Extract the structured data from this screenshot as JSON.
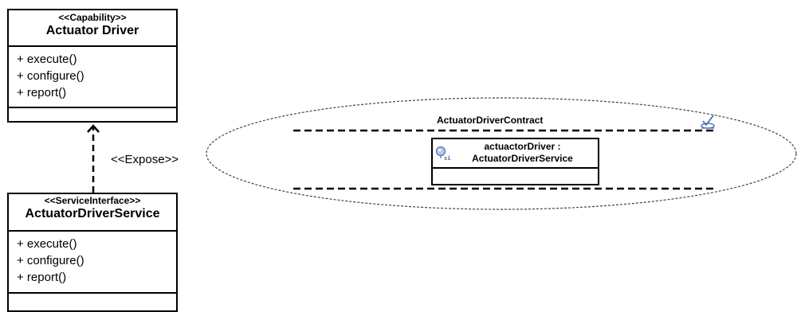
{
  "capability_class": {
    "stereotype": "<<Capability>>",
    "name": "Actuator Driver",
    "operations": [
      "+ execute()",
      "+ configure()",
      "+ report()"
    ]
  },
  "service_interface_class": {
    "stereotype": "<<ServiceInterface>>",
    "name": "ActuatorDriverService",
    "operations": [
      "+ execute()",
      "+ configure()",
      "+ report()"
    ]
  },
  "dependency": {
    "label": "<<Expose>>"
  },
  "collaboration": {
    "name": "ActuatorDriverContract",
    "part": {
      "line1": "actuactorDriver :",
      "line2": "ActuatorDriverService",
      "icon": "interface-part-icon"
    },
    "icon": "collaboration-checkmark-icon"
  },
  "colors": {
    "line": "#000000",
    "ellipse_stroke": "#444444",
    "icon_blue": "#4a6fb5"
  }
}
